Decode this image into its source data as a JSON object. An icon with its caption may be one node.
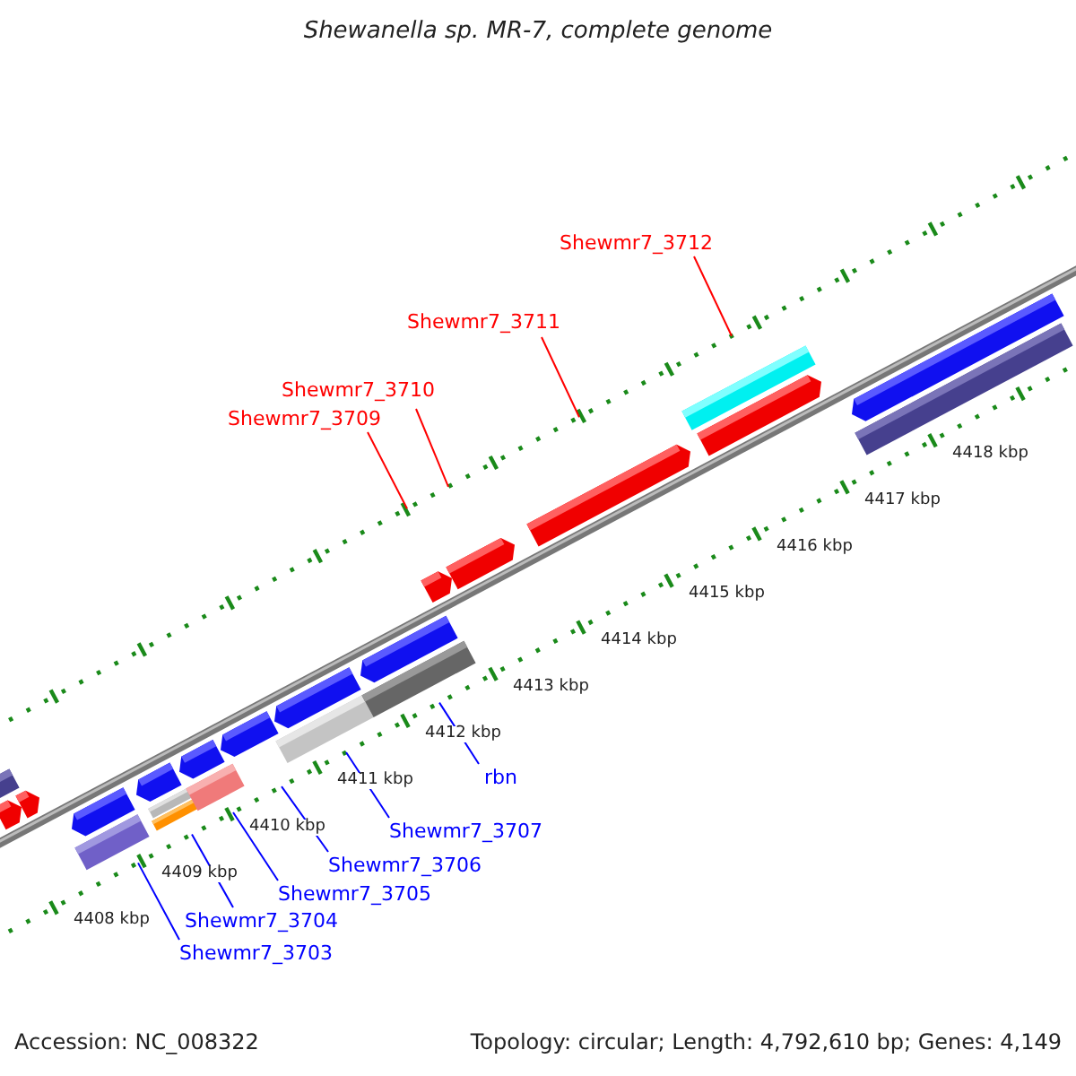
{
  "diagram": {
    "title": "Shewanella sp. MR-7, complete genome",
    "nodes": [
      {
        "text": [
          "Shewmr7_3712"
        ]
      },
      {
        "text": [
          "Shewmr7_3711"
        ]
      },
      {
        "text": [
          "Shewmr7_3710"
        ]
      },
      {
        "text": [
          "Shewmr7_3709"
        ]
      },
      {
        "text": [
          "rbn"
        ]
      },
      {
        "text": [
          "Shewmr7_3707"
        ]
      },
      {
        "text": [
          "Shewmr7_3706"
        ]
      },
      {
        "text": [
          "Shewmr7_3705"
        ]
      },
      {
        "text": [
          "Shewmr7_3704"
        ]
      },
      {
        "text": [
          "Shewmr7_3703"
        ]
      }
    ],
    "edges": [
      {
        "from": 0,
        "to": null,
        "arrow": "none",
        "color": "#ff0000"
      },
      {
        "from": 1,
        "to": null,
        "arrow": "none",
        "color": "#ff0000"
      },
      {
        "from": 2,
        "to": null,
        "arrow": "none",
        "color": "#ff0000"
      },
      {
        "from": 3,
        "to": null,
        "arrow": "none",
        "color": "#ff0000"
      },
      {
        "from": 4,
        "to": null,
        "arrow": "none"
      },
      {
        "from": 5,
        "to": null,
        "arrow": "none"
      },
      {
        "from": 6,
        "to": null,
        "arrow": "none"
      },
      {
        "from": 7,
        "to": null,
        "arrow": "none"
      },
      {
        "from": 8,
        "to": null,
        "arrow": "none"
      },
      {
        "from": 9,
        "to": null,
        "arrow": "none"
      }
    ],
    "labels": [
      "4418 kbp",
      "4417 kbp",
      "4416 kbp",
      "4415 kbp",
      "4414 kbp",
      "4413 kbp",
      "4412 kbp",
      "4411 kbp",
      "4410 kbp",
      "4409 kbp",
      "4408 kbp",
      "Accession: NC_008322",
      "Topology: circular; Length: 4,792,610 bp; Genes: 4,149"
    ]
  }
}
